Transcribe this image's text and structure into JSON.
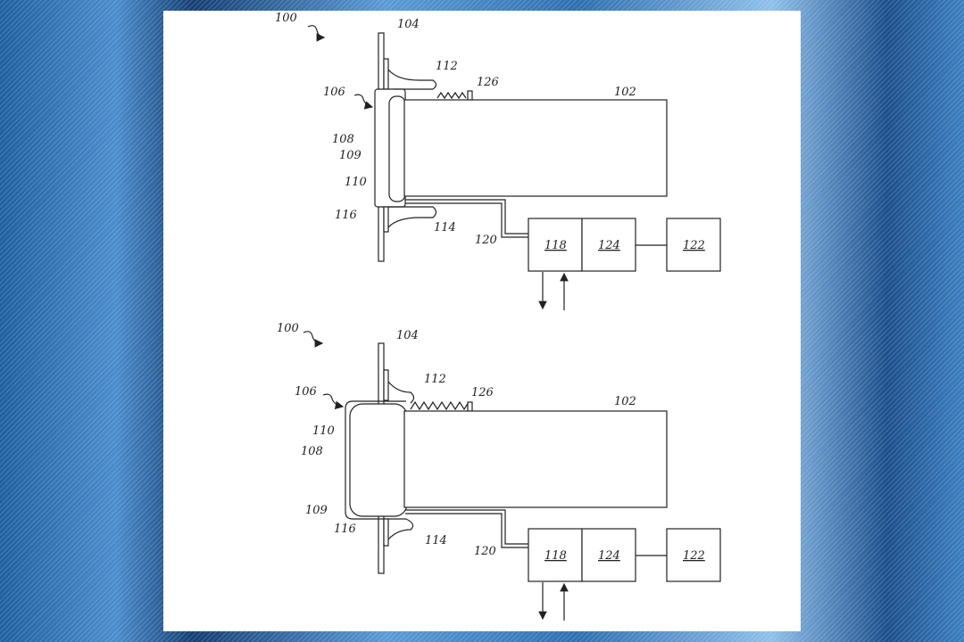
{
  "figures": [
    {
      "name": "first-state",
      "labels": {
        "r100": "100",
        "r104": "104",
        "r112": "112",
        "r126": "126",
        "r102": "102",
        "r106": "106",
        "r108": "108",
        "r109": "109",
        "r110": "110",
        "r116": "116",
        "r114": "114",
        "r120": "120",
        "r118": "118",
        "r124": "124",
        "r122": "122"
      }
    },
    {
      "name": "second-state",
      "labels": {
        "r100": "100",
        "r104": "104",
        "r112": "112",
        "r126": "126",
        "r102": "102",
        "r106": "106",
        "r108": "108",
        "r109": "109",
        "r110": "110",
        "r116": "116",
        "r114": "114",
        "r120": "120",
        "r118": "118",
        "r124": "124",
        "r122": "122"
      }
    }
  ],
  "colors": {
    "background": "#2f6fb0",
    "panel": "#ffffff",
    "ink": "#222222"
  }
}
